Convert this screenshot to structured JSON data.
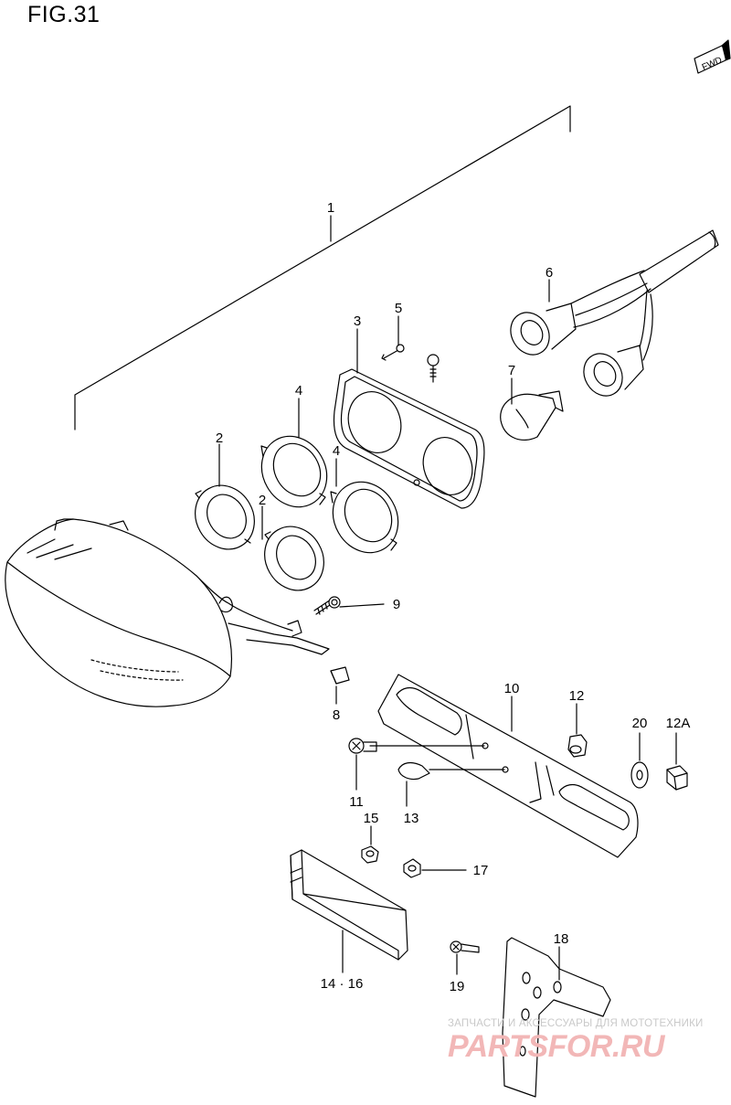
{
  "figure": {
    "title": "FIG.31"
  },
  "fwd_label": "FWD",
  "callouts": [
    {
      "id": "c1",
      "text": "1"
    },
    {
      "id": "c2a",
      "text": "2"
    },
    {
      "id": "c2b",
      "text": "2"
    },
    {
      "id": "c3",
      "text": "3"
    },
    {
      "id": "c4a",
      "text": "4"
    },
    {
      "id": "c4b",
      "text": "4"
    },
    {
      "id": "c5",
      "text": "5"
    },
    {
      "id": "c6",
      "text": "6"
    },
    {
      "id": "c7",
      "text": "7"
    },
    {
      "id": "c8",
      "text": "8"
    },
    {
      "id": "c9",
      "text": "9"
    },
    {
      "id": "c10",
      "text": "10"
    },
    {
      "id": "c11",
      "text": "11"
    },
    {
      "id": "c12",
      "text": "12"
    },
    {
      "id": "c12a",
      "text": "12A"
    },
    {
      "id": "c13",
      "text": "13"
    },
    {
      "id": "c1416",
      "text": "14 · 16"
    },
    {
      "id": "c15",
      "text": "15"
    },
    {
      "id": "c17",
      "text": "17"
    },
    {
      "id": "c18",
      "text": "18"
    },
    {
      "id": "c19",
      "text": "19"
    },
    {
      "id": "c20",
      "text": "20"
    }
  ],
  "watermark": {
    "subtitle": "ЗАПЧАСТИ И АКСЕССУАРЫ ДЛЯ МОТОТЕХНИКИ",
    "brand": "PARTSFOR.RU",
    "color": "#e35a5a"
  }
}
